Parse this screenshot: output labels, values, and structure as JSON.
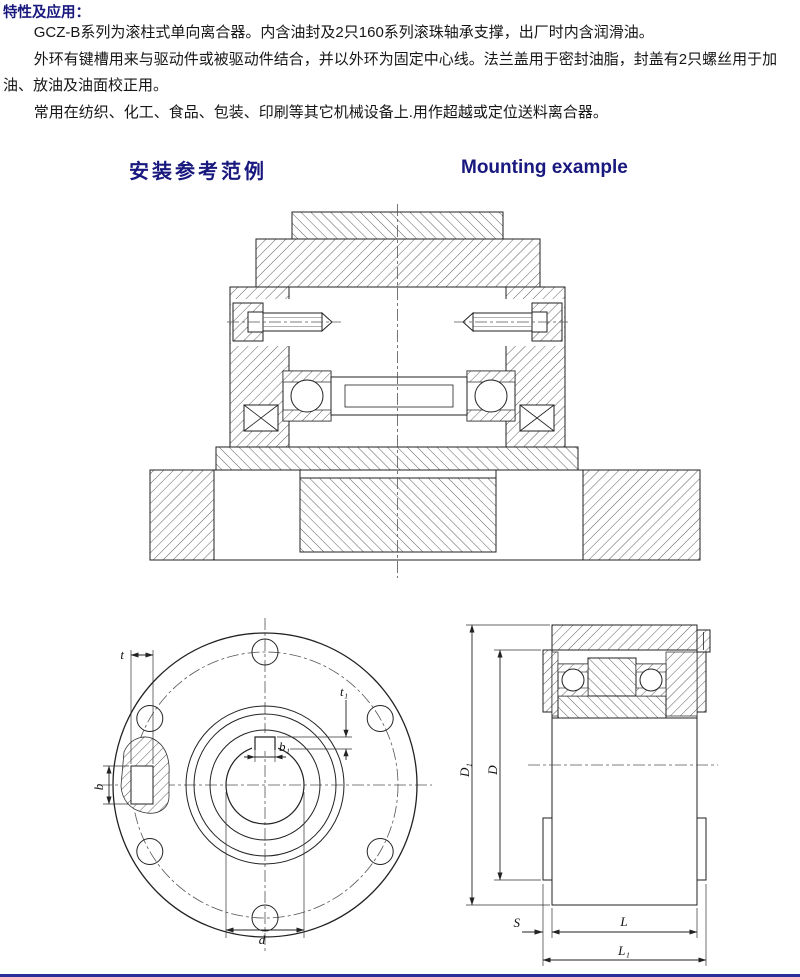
{
  "intro": {
    "heading": "特性及应用：",
    "paragraphs": [
      "GCZ-B系列为滚柱式单向离合器。内含油封及2只160系列滚珠轴承支撑，出厂时内含润滑油。",
      "外环有键槽用来与驱动件或被驱动件结合，并以外环为固定中心线。法兰盖用于密封油脂，封盖有2只螺丝用于加油、放油及油面校正用。",
      "常用在纺织、化工、食品、包装、印刷等其它机械设备上.用作超越或定位送料离合器。"
    ]
  },
  "section": {
    "title_zh": "安装参考范例",
    "title_en": "Mounting example"
  },
  "dims": {
    "front": {
      "t": "t",
      "t1": "t₁",
      "b": "b",
      "b1": "b₁",
      "d": "d"
    },
    "side": {
      "D1": "D₁",
      "D": "D",
      "S": "S",
      "L": "L",
      "L1": "L₁"
    }
  },
  "colors": {
    "accent_heading": "#18187e",
    "drawing_line": "#222222",
    "footer_rule": "#2e2e9a"
  }
}
